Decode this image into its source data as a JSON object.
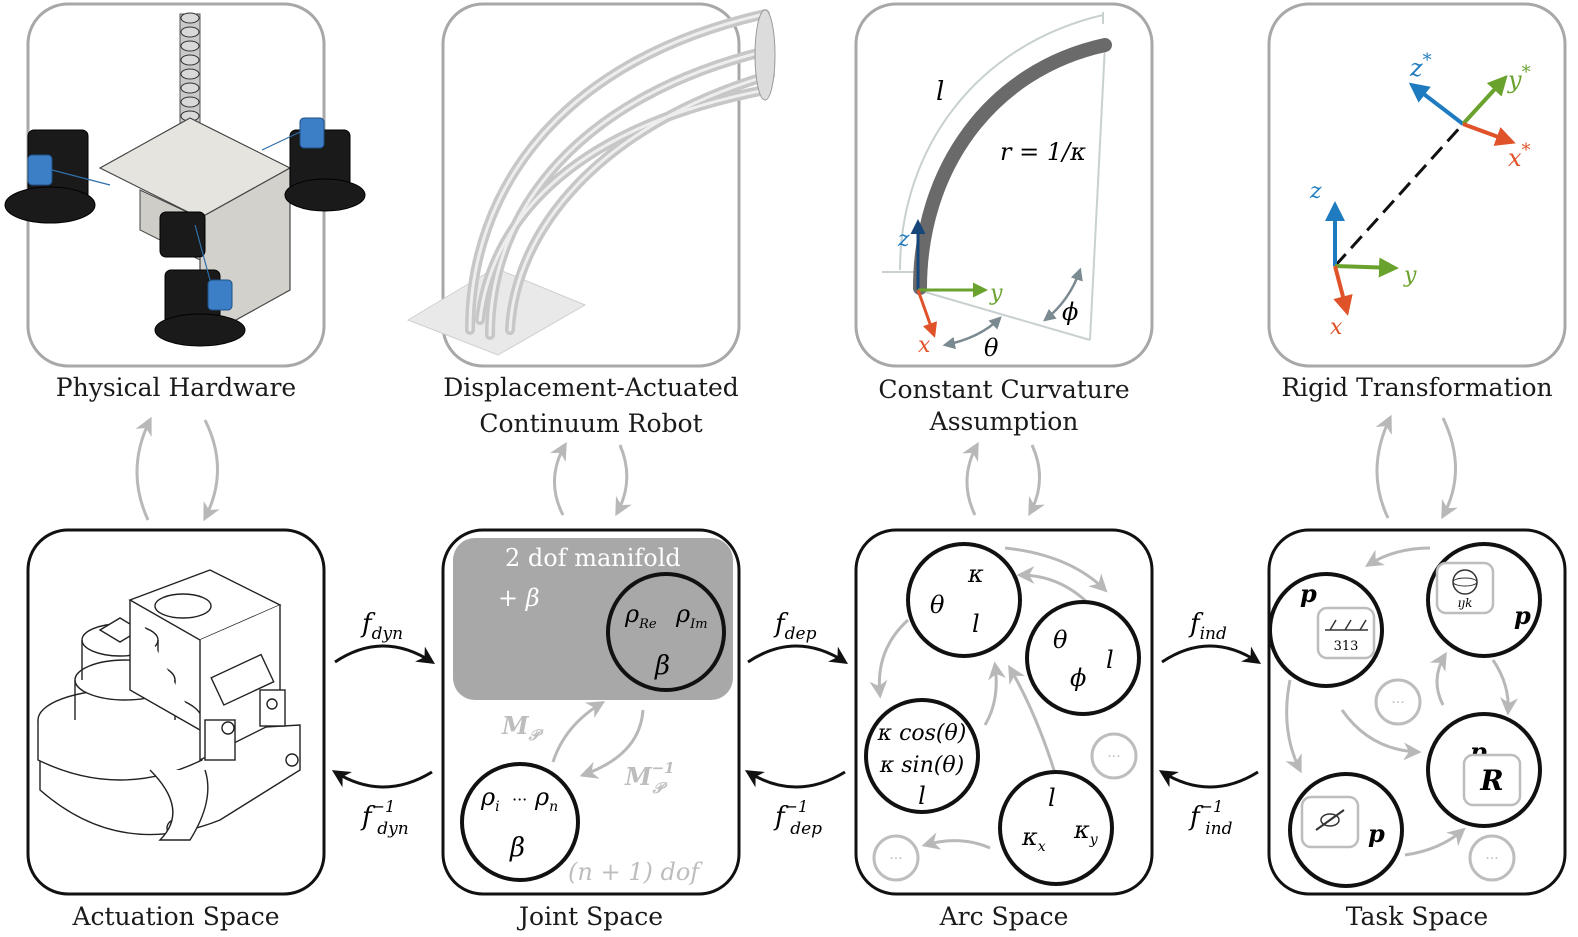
{
  "colors": {
    "x_axis": "#e0522a",
    "y_axis": "#6aa22e",
    "z_axis": "#1f7bc0",
    "grey_arrow": "#b8b8b8",
    "frame_grey": "#a8a8a8",
    "manifold_fill": "#a8a8a8",
    "text_grey": "#bdbdbd"
  },
  "top_panels": [
    {
      "label": "Physical Hardware"
    },
    {
      "label_line1": "Displacement-Actuated",
      "label_line2": "Continuum Robot"
    },
    {
      "label_line1": "Constant Curvature",
      "label_line2": "Assumption"
    },
    {
      "label": "Rigid Transformation"
    }
  ],
  "bottom_panels": [
    {
      "label": "Actuation Space"
    },
    {
      "label": "Joint Space"
    },
    {
      "label": "Arc Space"
    },
    {
      "label": "Task Space"
    }
  ],
  "maps": {
    "dyn": {
      "forward": "f",
      "forward_sub": "dyn",
      "inverse": "f",
      "inverse_sup": "−1",
      "inverse_sub": "dyn"
    },
    "dep": {
      "forward": "f",
      "forward_sub": "dep",
      "inverse": "f",
      "inverse_sup": "−1",
      "inverse_sub": "dep"
    },
    "ind": {
      "forward": "f",
      "forward_sub": "ind",
      "inverse": "f",
      "inverse_sup": "−1",
      "inverse_sub": "ind"
    }
  },
  "joint_space": {
    "manifold_label": "2 dof manifold",
    "manifold_plus": "+ β",
    "rho_re": "ρ",
    "rho_re_sub": "Re",
    "rho_im": "ρ",
    "rho_im_sub": "Im",
    "beta": "β",
    "M": "M",
    "M_sub": "𝒫",
    "Minv": "M",
    "Minv_sup": "−1",
    "Minv_sub": "𝒫",
    "rho_i": "ρ",
    "rho_i_sub": "i",
    "dots": "···",
    "rho_n": "ρ",
    "rho_n_sub": "n",
    "beta2": "β",
    "dof_label": "(n + 1) dof"
  },
  "arc_space": {
    "c1": {
      "a": "θ",
      "b": "κ",
      "c": "l"
    },
    "c2": {
      "a": "θ",
      "b": "ϕ",
      "c": "l"
    },
    "c3": {
      "a": "κ cos(θ)",
      "b": "κ sin(θ)",
      "c": "l"
    },
    "c4": {
      "a": "l",
      "b": "κ",
      "b_sub": "x",
      "c": "κ",
      "c_sub": "y"
    },
    "dots": "···"
  },
  "task_space": {
    "p": "p",
    "euler_label": "313",
    "quat_label": "ıȷk",
    "R": "R",
    "dots": "···"
  },
  "cc_panel": {
    "l": "l",
    "r_eq": "r = 1/κ",
    "z": "z",
    "y": "y",
    "x": "x",
    "theta": "θ",
    "phi": "ϕ"
  },
  "rigid_panel": {
    "z_star": "z",
    "y_star": "y",
    "x_star": "x",
    "star": "*",
    "z": "z",
    "y": "y",
    "x": "x"
  }
}
